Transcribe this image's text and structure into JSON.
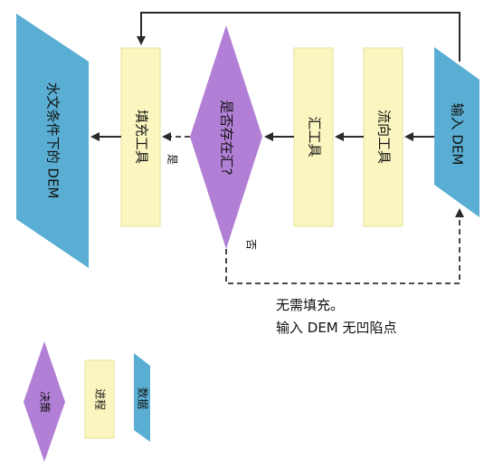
{
  "colors": {
    "data": "#5aaed3",
    "process": "#fbf6c0",
    "process_border": "#e6e19a",
    "decision": "#b27fd6",
    "arrow": "#2a2a2a",
    "dashed": "#333333"
  },
  "nodes": {
    "input_dem": "输入 DEM",
    "flow_direction": "流向工具",
    "sink": "汇工具",
    "has_sink": "是否存在汇?",
    "fill": "填充工具",
    "output_dem": "水文条件下的 DEM"
  },
  "labels": {
    "yes": "是",
    "no": "否"
  },
  "note": {
    "line1": "无需填充。",
    "line2": "输入 DEM 无凹陷点"
  },
  "legend": {
    "decision": "决策",
    "process": "进程",
    "data": "数据"
  }
}
